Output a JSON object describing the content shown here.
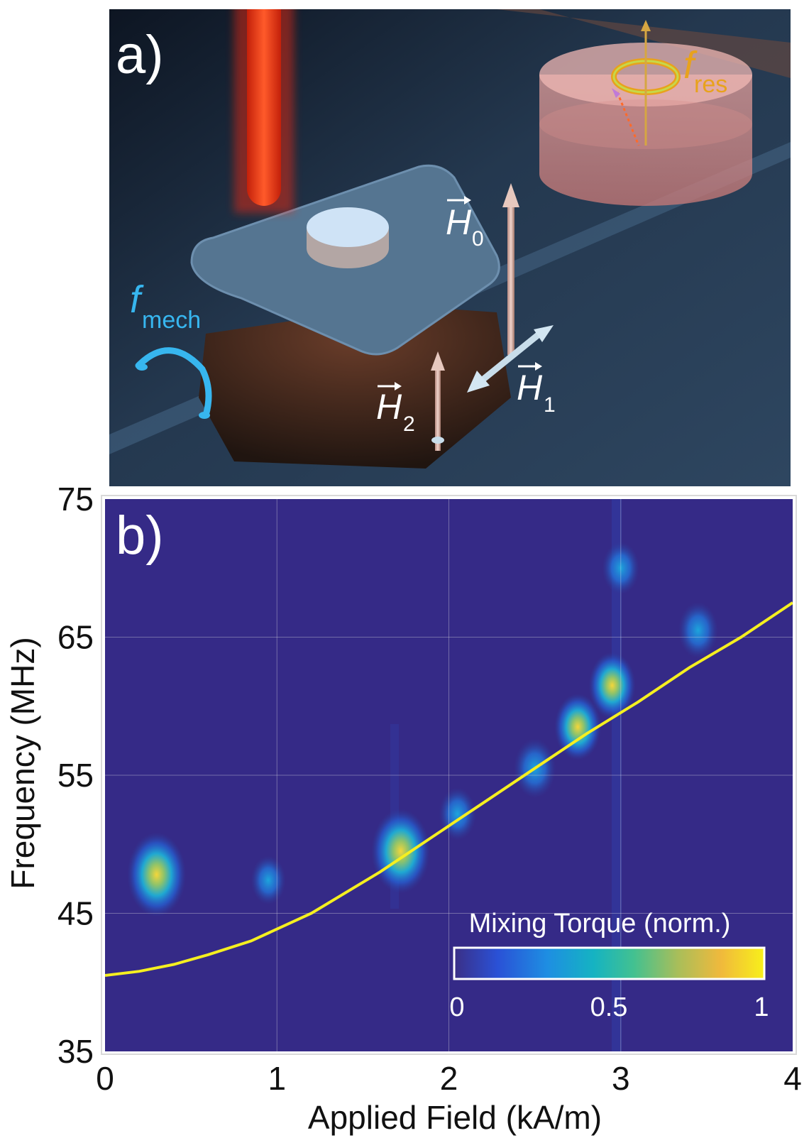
{
  "panel_a": {
    "label": "a)",
    "symbols": {
      "f": "f",
      "mech_sub": "mech",
      "res_sub": "res",
      "H": "H",
      "sub_0": "0",
      "sub_1": "1",
      "sub_2": "2"
    }
  },
  "panel_b": {
    "label": "b)",
    "colorbar": {
      "title": "Mixing Torque (norm.)",
      "ticks": [
        "0",
        "0.5",
        "1"
      ],
      "colormap": [
        "#3b2f86",
        "#2a51d6",
        "#1e8ee2",
        "#15b3c2",
        "#43c190",
        "#a8be5a",
        "#f0b93c",
        "#f8f01a"
      ]
    }
  },
  "colors": {
    "background_map": "#352a87",
    "fit_line": "#f5ef20",
    "panel_a_bg": "#1f2f45",
    "laser": "#ff3a1a",
    "f_mech": "#37b6ef",
    "f_res": "#e8a21c"
  },
  "chart_data": {
    "type": "heatmap",
    "xlabel": "Applied Field (kA/m)",
    "ylabel": "Frequency (MHz)",
    "xlim": [
      0,
      4
    ],
    "ylim": [
      35,
      75
    ],
    "xticks": [
      "0",
      "1",
      "2",
      "3",
      "4"
    ],
    "yticks": [
      "35",
      "45",
      "55",
      "65",
      "75"
    ],
    "grid": true,
    "line_series": {
      "x": [
        0,
        0.2,
        0.4,
        0.6,
        0.85,
        1.2,
        1.6,
        1.9,
        2.2,
        2.5,
        2.8,
        3.1,
        3.4,
        3.7,
        4.0
      ],
      "y": [
        40.5,
        40.8,
        41.3,
        42.0,
        43.0,
        45.0,
        48.0,
        50.5,
        53.0,
        55.5,
        58.0,
        60.3,
        62.8,
        65.0,
        67.5
      ]
    },
    "hotspots": [
      {
        "x": 0.3,
        "y": 47.8,
        "intensity": 0.75
      },
      {
        "x": 0.95,
        "y": 47.4,
        "intensity": 0.25
      },
      {
        "x": 1.72,
        "y": 49.5,
        "intensity": 0.75
      },
      {
        "x": 2.05,
        "y": 52.2,
        "intensity": 0.3
      },
      {
        "x": 2.5,
        "y": 55.5,
        "intensity": 0.4
      },
      {
        "x": 2.75,
        "y": 58.5,
        "intensity": 0.5
      },
      {
        "x": 2.95,
        "y": 61.5,
        "intensity": 0.5
      },
      {
        "x": 3.0,
        "y": 70.0,
        "intensity": 0.3
      },
      {
        "x": 3.45,
        "y": 65.5,
        "intensity": 0.35
      }
    ]
  }
}
